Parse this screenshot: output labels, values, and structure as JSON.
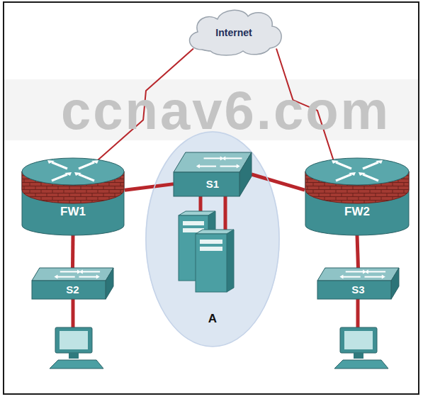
{
  "diagram": {
    "nodes": [
      {
        "text": [
          "Internet"
        ]
      },
      {
        "text": [
          "FW1"
        ]
      },
      {
        "text": [
          "A"
        ]
      },
      {
        "text": [
          "S1"
        ],
        "in": 2
      },
      {
        "text": [
          "FW2"
        ]
      },
      {
        "text": [
          "S2"
        ]
      },
      {
        "text": [
          "S3"
        ]
      }
    ],
    "edges": [
      {
        "from": 0,
        "to": 1,
        "arrow": "none"
      },
      {
        "from": 0,
        "to": 4,
        "arrow": "none"
      },
      {
        "from": 1,
        "to": 3,
        "arrow": "none"
      },
      {
        "from": 3,
        "to": 4,
        "arrow": "none"
      },
      {
        "from": 1,
        "to": 5,
        "arrow": "none"
      },
      {
        "from": 4,
        "to": 6,
        "arrow": "none"
      }
    ],
    "labels": [
      "ccnav6.com"
    ]
  }
}
